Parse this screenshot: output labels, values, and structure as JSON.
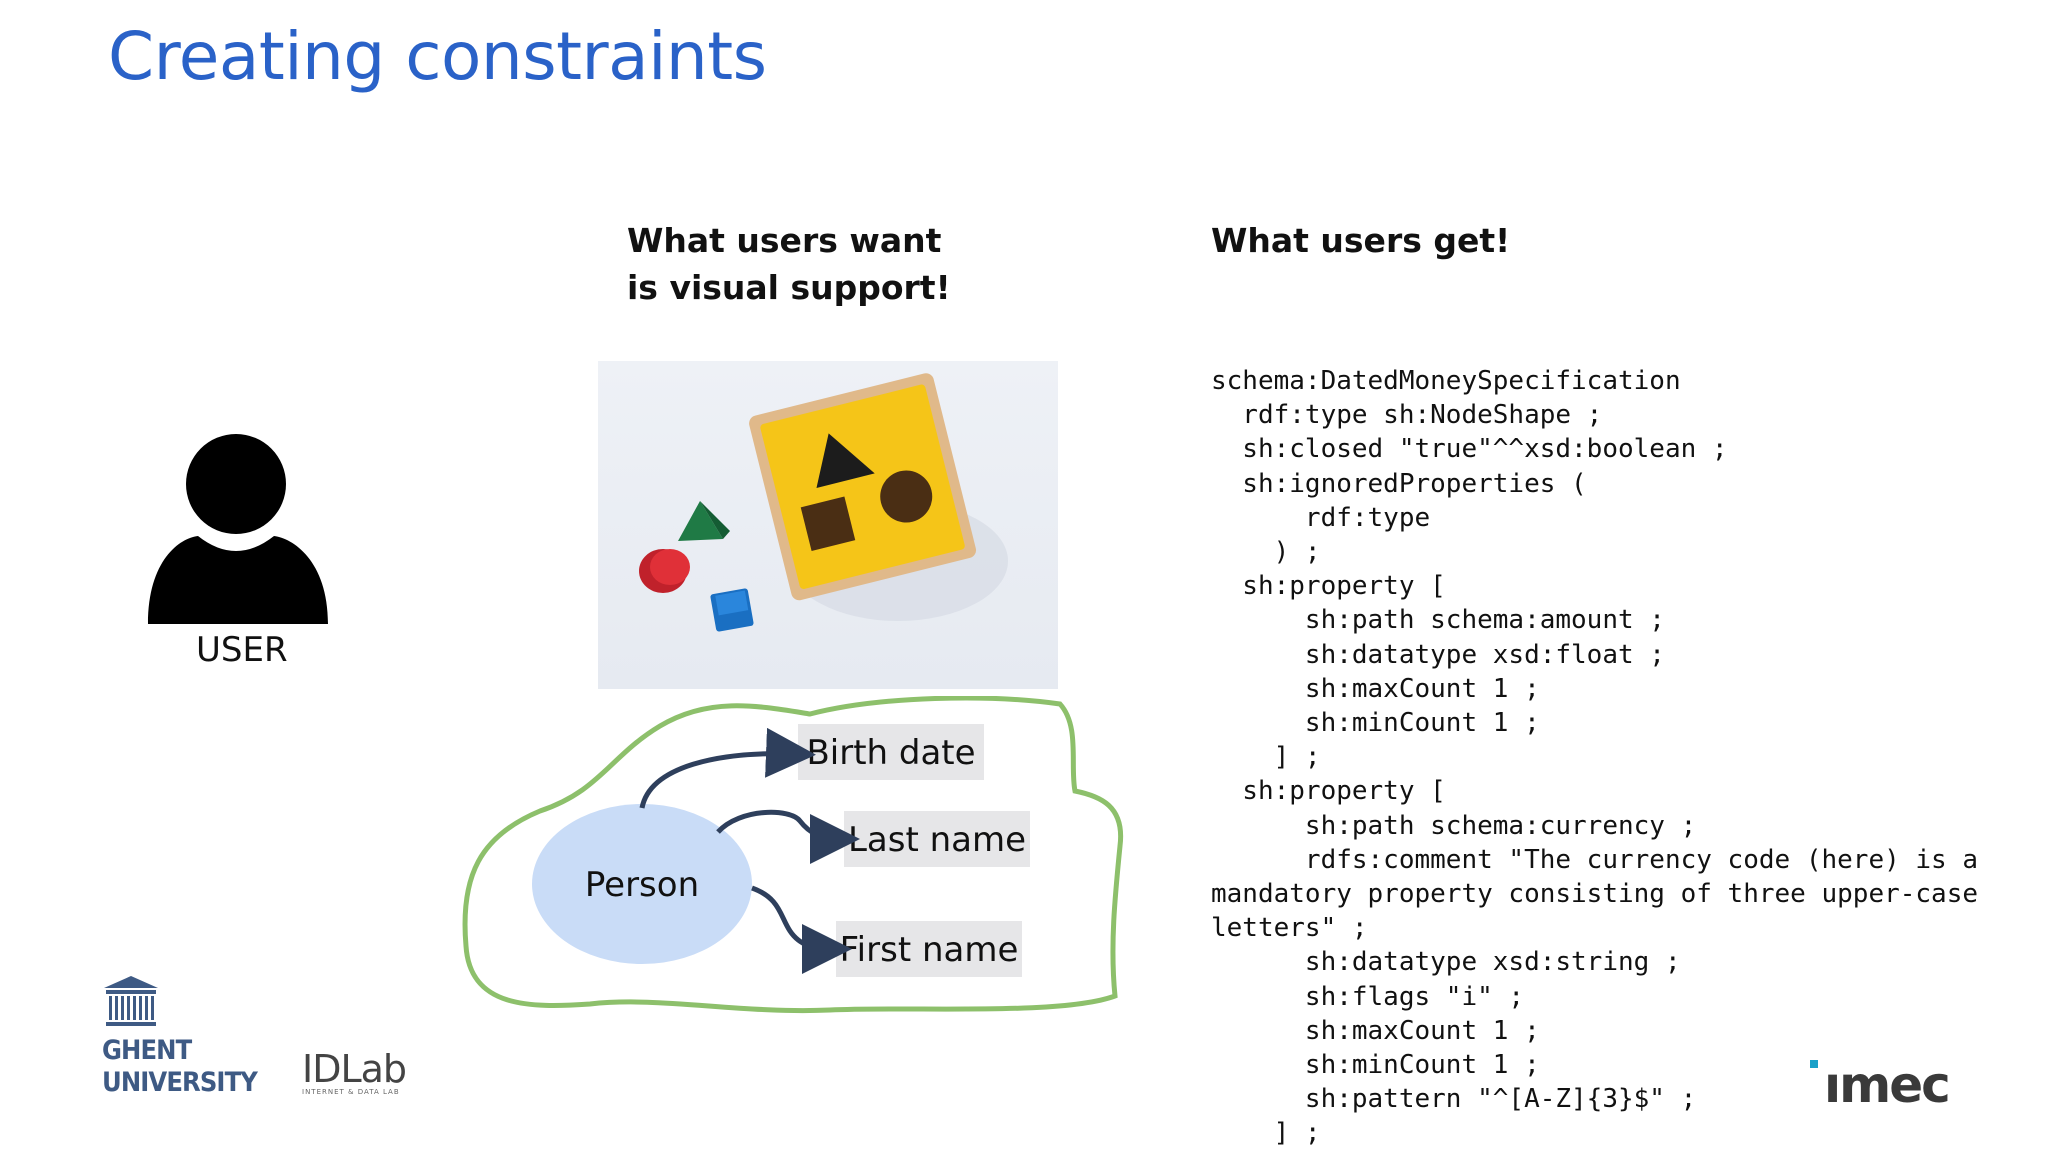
{
  "slide": {
    "title": "Creating constraints"
  },
  "user": {
    "label": "USER",
    "icon": "user-silhouette-icon"
  },
  "want": {
    "heading_line1": "What users want",
    "heading_line2": "is visual support!",
    "photo": "shape-sorter-toy-photo"
  },
  "diagram": {
    "center": "Person",
    "properties": [
      "Birth date",
      "Last name",
      "First name"
    ],
    "colors": {
      "outline": "#8dc06b",
      "node": "#c9dcf7",
      "box": "#e6e6e8",
      "arrow": "#2e3f5c"
    }
  },
  "get": {
    "heading": "What users get!",
    "code": "schema:DatedMoneySpecification\n  rdf:type sh:NodeShape ;\n  sh:closed \"true\"^^xsd:boolean ;\n  sh:ignoredProperties (\n      rdf:type\n    ) ;\n  sh:property [\n      sh:path schema:amount ;\n      sh:datatype xsd:float ;\n      sh:maxCount 1 ;\n      sh:minCount 1 ;\n    ] ;\n  sh:property [\n      sh:path schema:currency ;\n      rdfs:comment \"The currency code (here) is a\nmandatory property consisting of three upper-case\nletters\" ;\n      sh:datatype xsd:string ;\n      sh:flags \"i\" ;\n      sh:maxCount 1 ;\n      sh:minCount 1 ;\n      sh:pattern \"^[A-Z]{3}$\" ;\n    ] ;"
  },
  "logos": {
    "ghent_line1": "GHENT",
    "ghent_line2": "UNIVERSITY",
    "idlab": "IDLab",
    "idlab_sub": "INTERNET & DATA LAB",
    "imec": "ımec"
  }
}
